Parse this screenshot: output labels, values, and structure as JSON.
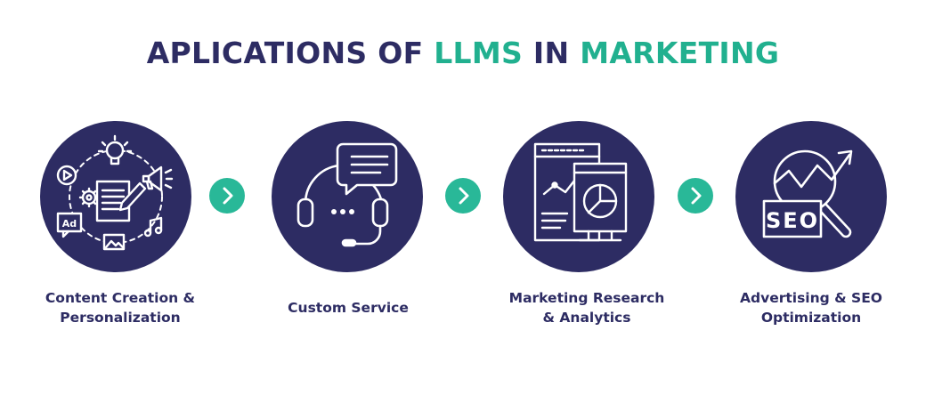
{
  "header": {
    "title_part1": "APLICATIONS OF ",
    "title_part2": "LLMS",
    "title_part3": " IN ",
    "title_part4": "MARKETING"
  },
  "steps": [
    {
      "line1": "Content Creation &",
      "line2": "Personalization",
      "icon": "content-creation-icon"
    },
    {
      "line1": "Custom Service",
      "line2": "",
      "icon": "customer-service-headset-icon"
    },
    {
      "line1": "Marketing Research",
      "line2": "& Analytics",
      "icon": "analytics-report-icon"
    },
    {
      "line1": "Advertising & SEO",
      "line2": "Optimization",
      "icon": "seo-magnifier-icon"
    }
  ],
  "seo_badge_text": "SEO",
  "ad_badge_text": "Ad",
  "colors": {
    "navy": "#2d2c63",
    "teal": "#21b08f",
    "arrow": "#29b898",
    "background": "#ffffff"
  }
}
